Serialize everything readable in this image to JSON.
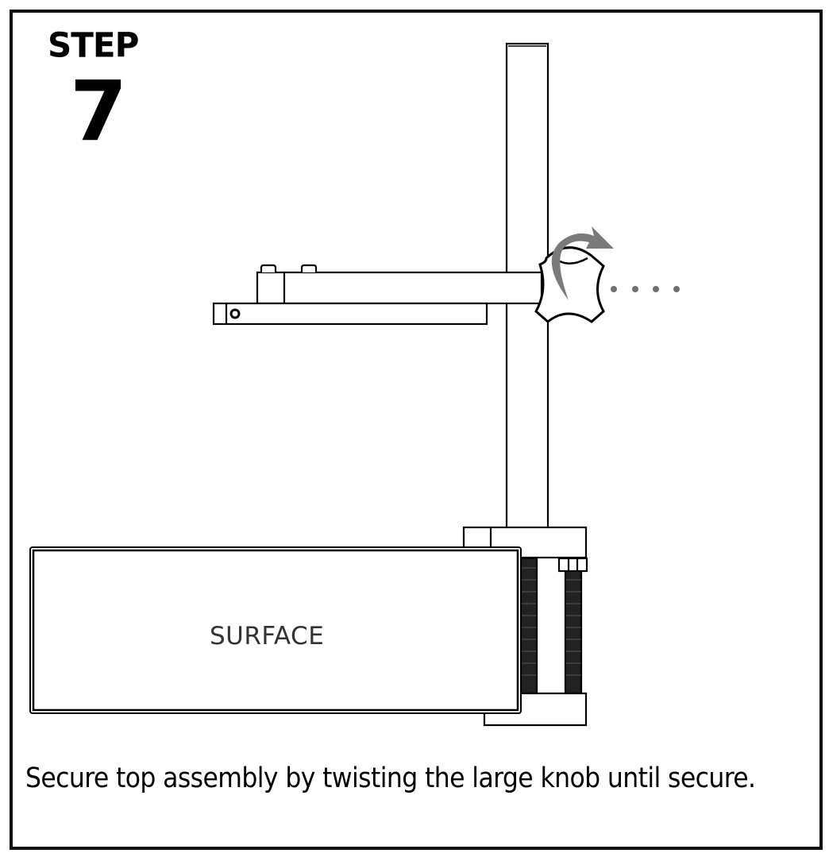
{
  "step": {
    "label": "STEP",
    "number": "7"
  },
  "diagram": {
    "surface_label": "SURFACE",
    "rotation_arrow_color": "#7a7a7a",
    "indicator_dots_color": "#707070",
    "indicator_dots_count": 4,
    "line_color": "#000000"
  },
  "instruction": {
    "text": "Secure top assembly by twisting the large knob until secure."
  }
}
